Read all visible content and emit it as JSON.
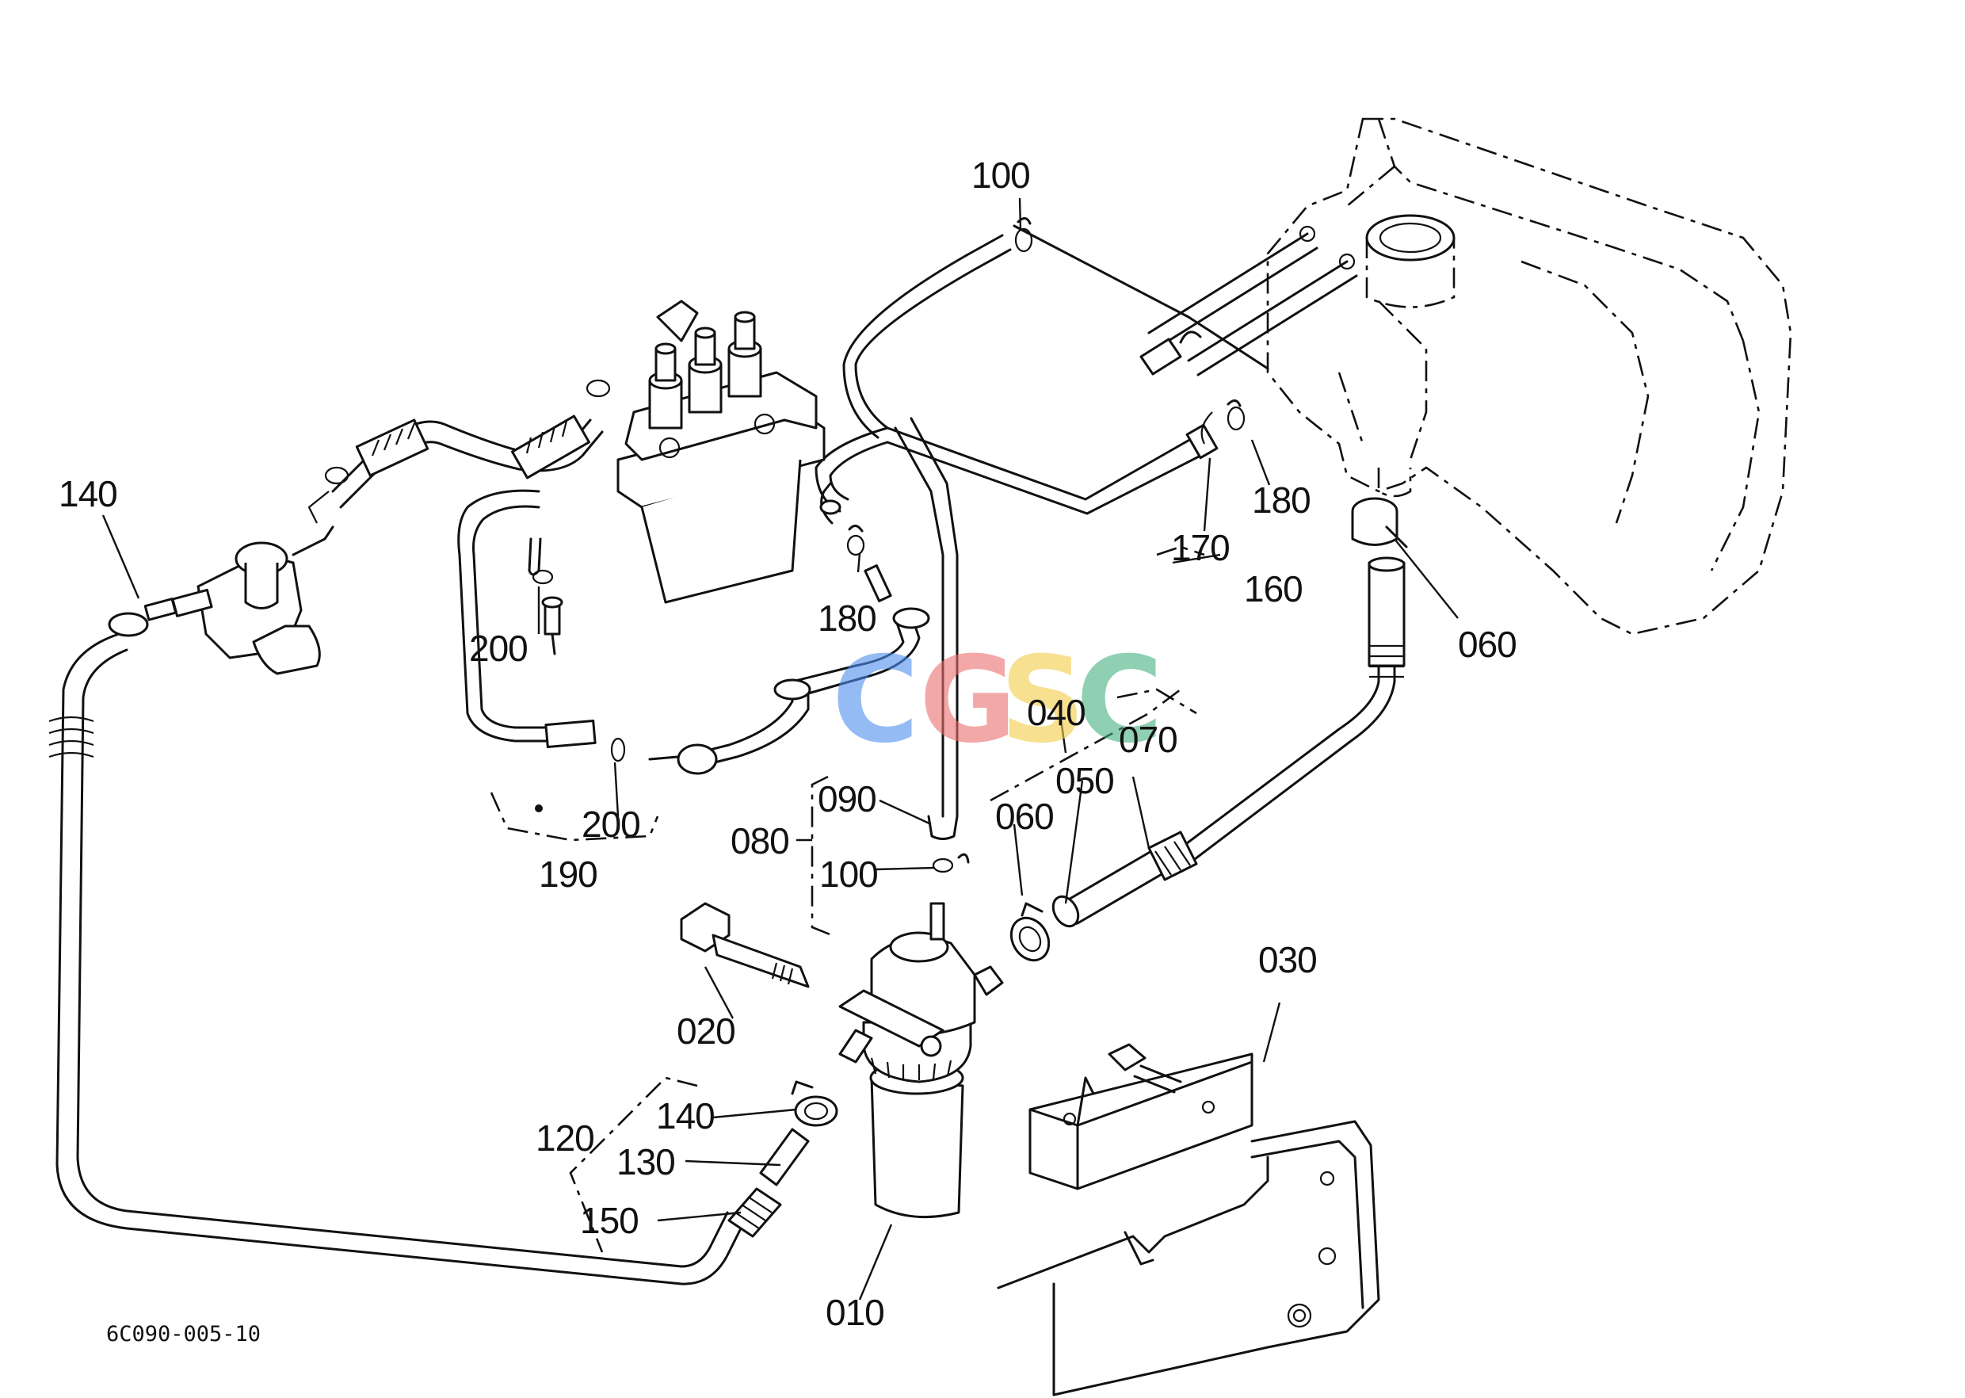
{
  "diagram": {
    "drawing_code": "6C090-005-10",
    "watermark": {
      "letters": [
        "C",
        "G",
        "S",
        "C"
      ],
      "colors": [
        "#4f8ff0",
        "#ec6f6f",
        "#f2cc45",
        "#46b07f"
      ]
    },
    "labels": {
      "p010": "010",
      "p020": "020",
      "p030": "030",
      "p040": "040",
      "p050": "050",
      "p060_filter": "060",
      "p060_tank": "060",
      "p070": "070",
      "p080": "080",
      "p090": "090",
      "p100_top": "100",
      "p100_filter": "100",
      "p120": "120",
      "p130": "130",
      "p140_left": "140",
      "p140_bottom": "140",
      "p150": "150",
      "p160": "160",
      "p170": "170",
      "p180_pump": "180",
      "p180_tank": "180",
      "p190": "190",
      "p200_upper": "200",
      "p200_lower": "200"
    }
  }
}
